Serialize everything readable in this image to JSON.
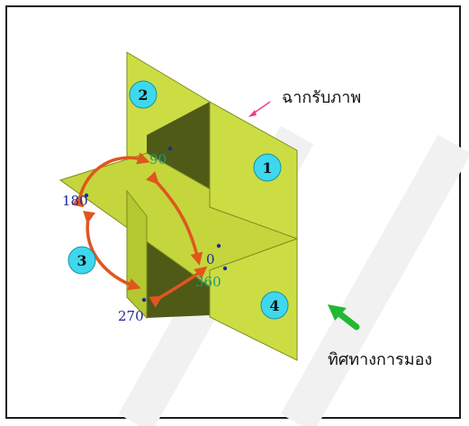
{
  "screen_label": "ฉากรับภาพ",
  "view_direction_label": "ทิศทางการมอง",
  "quadrants": [
    "1",
    "2",
    "3",
    "4"
  ],
  "angles": [
    "0",
    "90",
    "180",
    "270",
    "360"
  ],
  "colors": {
    "plane_light": "#ccdd44",
    "plane_mid": "#b4c832",
    "plane_dark": "#4f5a17",
    "plane_edge": "#7d8c1e",
    "badge_fill": "#3ed8ee",
    "arrow_orange": "#e0561e",
    "view_arrow": "#22b833",
    "pointer_pink": "#e8418a",
    "angle_text": "#1f2a9a",
    "angle_text_green": "#1d9a7a",
    "watermark": "#f3f3f3"
  }
}
